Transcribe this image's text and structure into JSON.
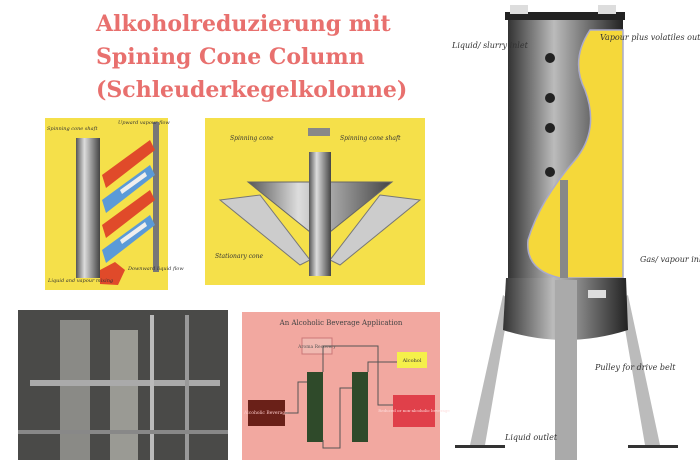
{
  "title": {
    "line1": "Alkoholreduzierung mit",
    "line2": "Spining Cone Column",
    "line3": "(Schleuderkegelkolonne)"
  },
  "panel_a": {
    "shaft": "Spinning cone shaft",
    "vapour": "Upward vapour flow",
    "liquid": "Downward liquid flow",
    "mixing": "Liquid and vapour mixing"
  },
  "panel_b": {
    "cone": "Spinning cone",
    "shaft": "Spinning cone shaft",
    "stationary": "Stationary cone"
  },
  "flow": {
    "title": "An Alcoholic Beverage Application",
    "aroma": "Aroma Recovery",
    "alcohol": "Alcohol",
    "input": "Alcoholic Beverage",
    "output": "Reduced or non-alcoholic beverage"
  },
  "column": {
    "inlet": "Liquid/ slurry inlet",
    "outlet": "Vapour plus volatiles outlet",
    "gas": "Gas/ vapour inlet",
    "liquid_out": "Liquid outlet",
    "pulley": "Pulley for drive belt"
  },
  "colors": {
    "title": "#e8706e",
    "yellow": "#f5e04a",
    "pink": "#f2a8a0"
  }
}
